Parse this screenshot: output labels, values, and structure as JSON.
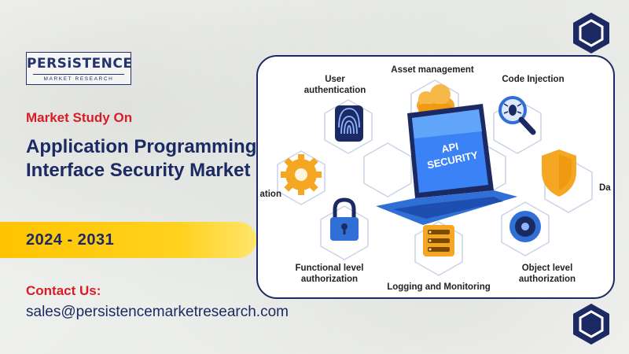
{
  "logo": {
    "name": "PERSiSTENCE",
    "tagline": "MARKET RESEARCH"
  },
  "headline": {
    "intro": "Market Study On",
    "title": "Application Programming Interface Security Market"
  },
  "period": "2024 - 2031",
  "contact": {
    "label": "Contact Us:",
    "email": "sales@persistencemarketresearch.com"
  },
  "diagram": {
    "center_label": "API SECURITY",
    "nodes": [
      {
        "label": "User authentication",
        "icon": "fingerprint-icon"
      },
      {
        "label": "Asset management",
        "icon": "cloud-icon"
      },
      {
        "label": "Code Injection",
        "icon": "bug-magnifier-icon"
      },
      {
        "label": "Da",
        "icon": "shield-icon"
      },
      {
        "label": "Object level authorization",
        "icon": "lock-dial-icon"
      },
      {
        "label": "Logging and Monitoring",
        "icon": "server-log-icon"
      },
      {
        "label": "Functional level authorization",
        "icon": "padlock-icon"
      },
      {
        "label": "ation",
        "icon": "gear-icon"
      }
    ]
  },
  "colors": {
    "navy": "#1c2a63",
    "red": "#d91c24",
    "yellow": "#ffc400",
    "orange": "#f5a623",
    "blue": "#2f6fd6"
  }
}
